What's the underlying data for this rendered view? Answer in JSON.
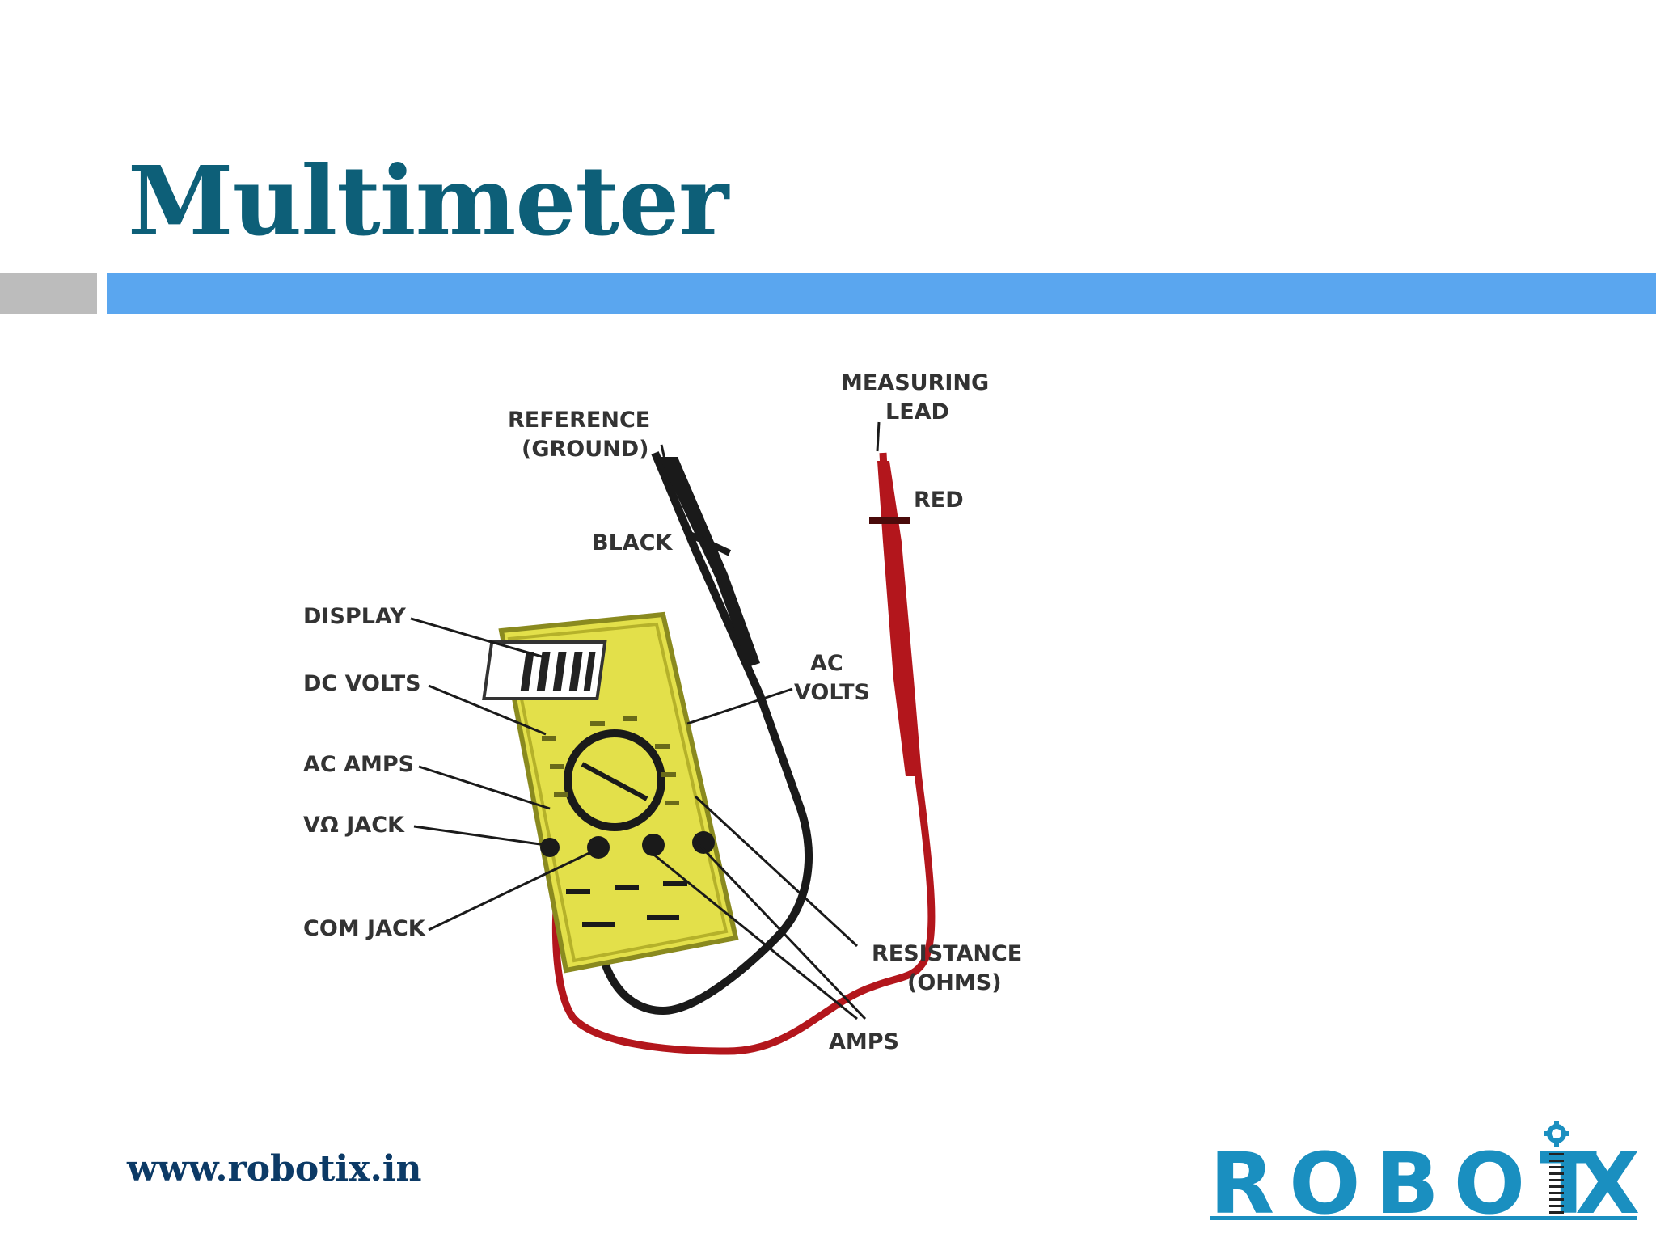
{
  "slide": {
    "title": "Multimeter",
    "footer_url": "www.robotix.in",
    "logo_text": "ROBOT",
    "logo_text_end": "X"
  },
  "diagram": {
    "labels": {
      "measuring_lead": [
        "MEASURING",
        "LEAD"
      ],
      "reference_ground": [
        "REFERENCE",
        "(GROUND)"
      ],
      "red": "RED",
      "black": "BLACK",
      "display": "DISPLAY",
      "dc_volts": "DC VOLTS",
      "ac_volts": [
        "AC",
        "VOLTS"
      ],
      "ac_amps": "AC AMPS",
      "vo_jack": "VΩ JACK",
      "com_jack": "COM JACK",
      "resistance": [
        "RESISTANCE",
        "(OHMS)"
      ],
      "amps": "AMPS"
    }
  },
  "colors": {
    "title": "#0d5f78",
    "accent_bar": "#5aa6ef",
    "gray_bar": "#bcbcbc",
    "meter_body": "#e3e04a",
    "red_lead": "#b3161c",
    "black_lead": "#1a1a1a",
    "logo": "#1a8fc0"
  }
}
